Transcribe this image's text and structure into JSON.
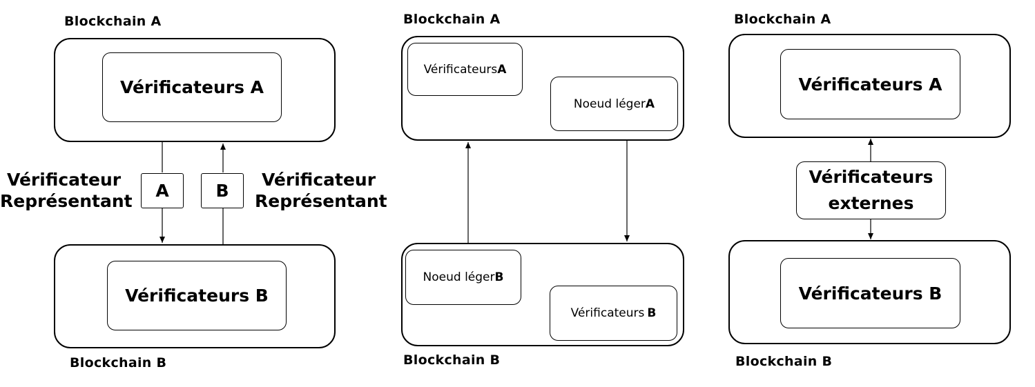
{
  "panel_1": {
    "top_caption": "Blockchain A",
    "bottom_caption": "Blockchain B",
    "top_inner": "Vérificateurs A",
    "bottom_inner": "Vérificateurs B",
    "rep_a_box": "A",
    "rep_b_box": "B",
    "left_label_line1": "Vérificateur",
    "left_label_line2": "Représentant",
    "right_label_line1": "Vérificateur",
    "right_label_line2": "Représentant"
  },
  "panel_2": {
    "top_caption": "Blockchain A",
    "bottom_caption": "Blockchain B",
    "top_validators_text": "Vérificateurs ",
    "top_validators_suffix": "A",
    "top_light_node_text": "Noeud léger ",
    "top_light_node_suffix": "A",
    "bottom_light_node_text": "Noeud léger ",
    "bottom_light_node_suffix": "B",
    "bottom_validators_text": "Vérificateurs ",
    "bottom_validators_suffix": "B"
  },
  "panel_3": {
    "top_caption": "Blockchain A",
    "bottom_caption": "Blockchain B",
    "top_inner": "Vérificateurs A",
    "bottom_inner": "Vérificateurs B",
    "external_line1": "Vérificateurs",
    "external_line2": "externes"
  }
}
